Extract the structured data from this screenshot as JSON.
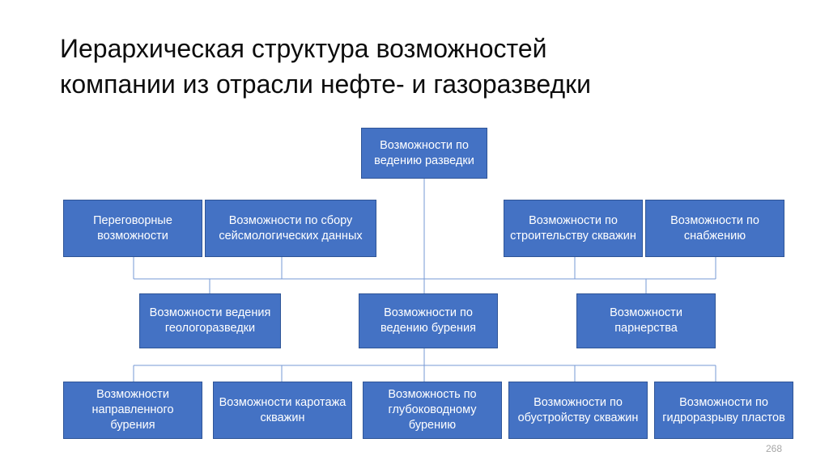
{
  "slide": {
    "title": "Иерархическая структура возможностей\nкомпании из отрасли нефте- и газоразведки",
    "page_number": "268",
    "background_color": "#ffffff",
    "node_fill_color": "#4472C4",
    "node_border_color": "#2F5597",
    "node_text_color": "#ffffff",
    "connector_color": "#7698D4",
    "title_color": "#0d0d0d"
  },
  "diagram": {
    "type": "hierarchy",
    "levels": [
      {
        "level": 1,
        "nodes": [
          {
            "id": "root",
            "label": "Возможности по ведению разведки"
          }
        ]
      },
      {
        "level": 2,
        "nodes": [
          {
            "id": "n2-1",
            "label": "Переговорные возможности"
          },
          {
            "id": "n2-2",
            "label": "Возможности по сбору сейсмологических данных"
          },
          {
            "id": "n2-3",
            "label": "Возможности по строительству скважин"
          },
          {
            "id": "n2-4",
            "label": "Возможности по снабжению"
          }
        ]
      },
      {
        "level": 3,
        "nodes": [
          {
            "id": "n3-1",
            "label": "Возможности ведения геологоразведки"
          },
          {
            "id": "n3-2",
            "label": "Возможности по ведению бурения"
          },
          {
            "id": "n3-3",
            "label": "Возможности парнерства"
          }
        ]
      },
      {
        "level": 4,
        "nodes": [
          {
            "id": "n4-1",
            "label": "Возможности направленного бурения"
          },
          {
            "id": "n4-2",
            "label": "Возможности каротажа скважин"
          },
          {
            "id": "n4-3",
            "label": "Возможность по глубоководному бурению"
          },
          {
            "id": "n4-4",
            "label": "Возможности по обустройству скважин"
          },
          {
            "id": "n4-5",
            "label": "Возможности по гидроразрыву пластов"
          }
        ]
      }
    ]
  }
}
